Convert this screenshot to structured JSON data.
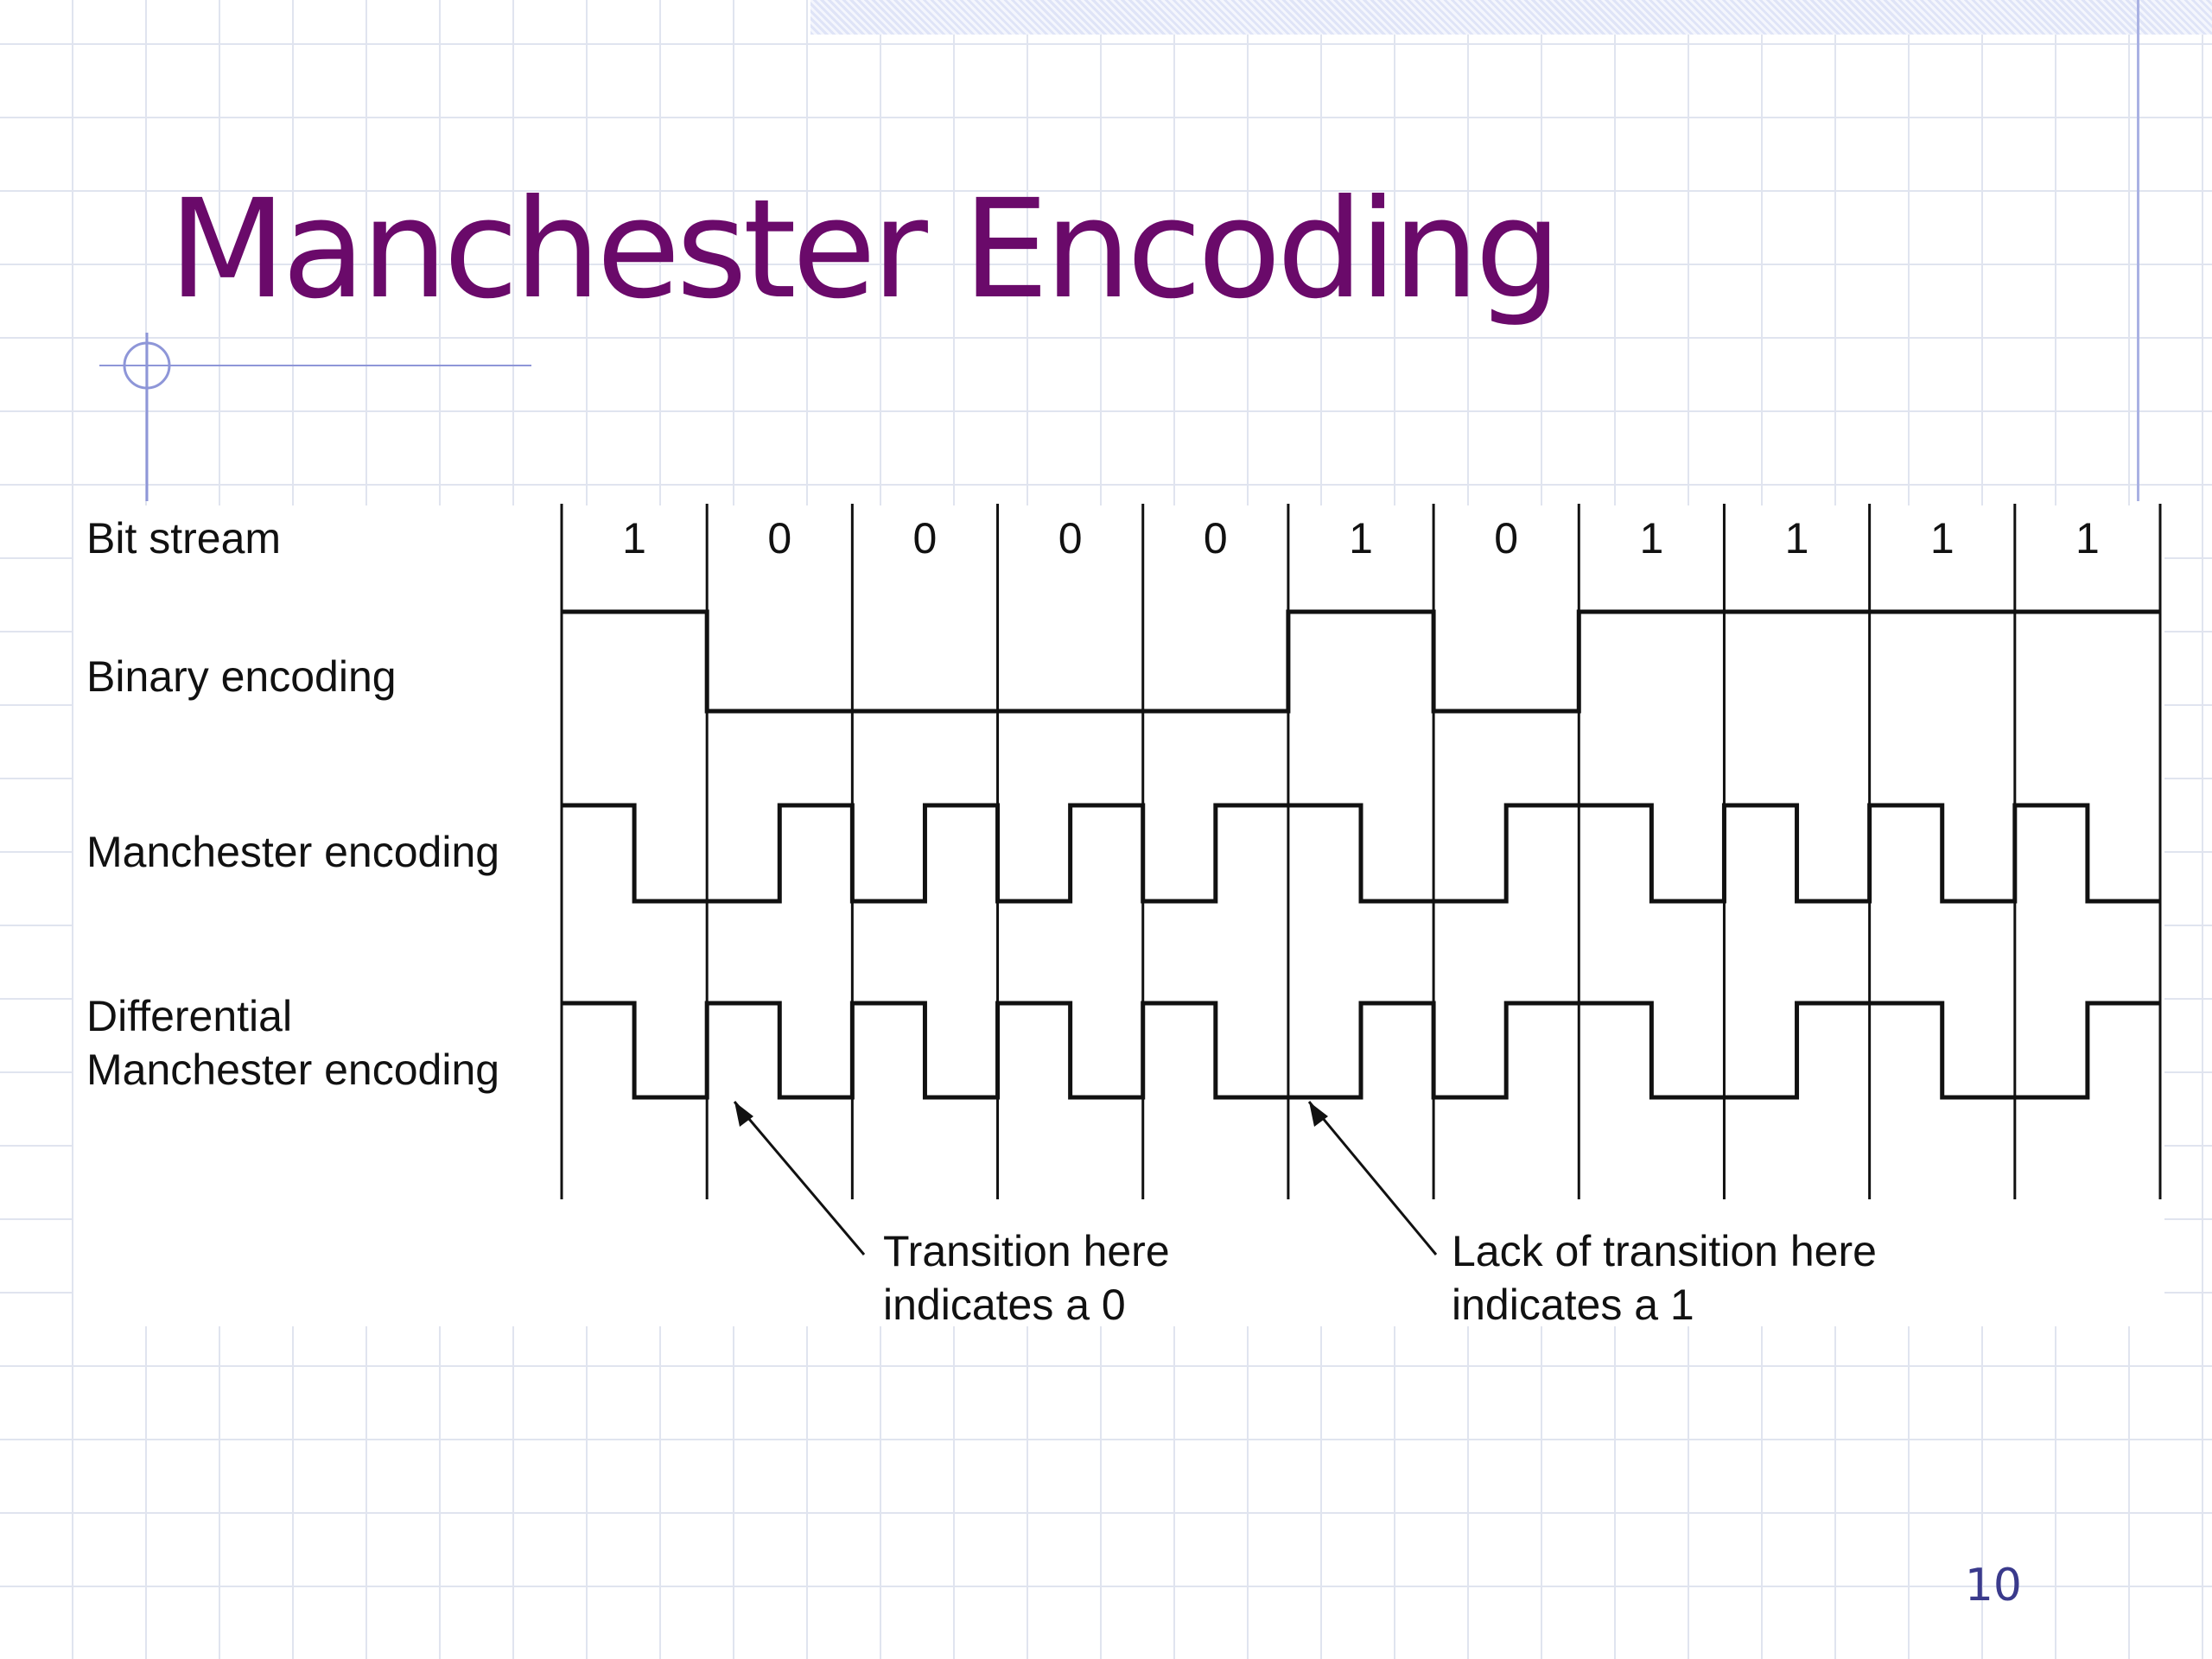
{
  "slide": {
    "title": "Manchester Encoding",
    "page_number": "10",
    "title_color": "#6a0a6a",
    "accent_color": "#8e96d8",
    "page_number_color": "#3a3a8c"
  },
  "diagram": {
    "bits": [
      "1",
      "0",
      "0",
      "0",
      "0",
      "1",
      "0",
      "1",
      "1",
      "1",
      "1"
    ],
    "rows": {
      "bit_stream": "Bit stream",
      "binary": "Binary encoding",
      "manchester": "Manchester encoding",
      "diff_line1": "Differential",
      "diff_line2": "Manchester encoding"
    },
    "callouts": {
      "transition_line1": "Transition here",
      "transition_line2": "indicates a 0",
      "lack_line1": "Lack of transition here",
      "lack_line2": "indicates a 1"
    }
  }
}
